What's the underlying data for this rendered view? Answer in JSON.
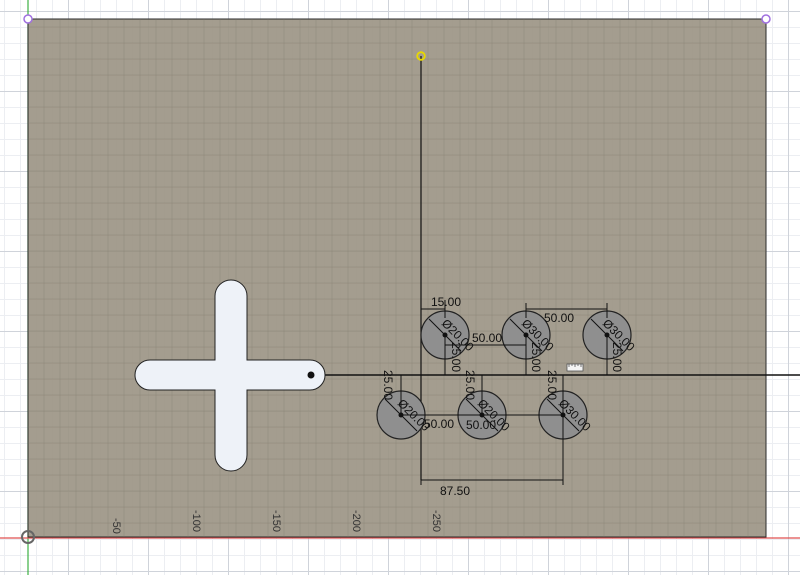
{
  "sketch": {
    "dimensions": {
      "hole_offset_x": "15.00",
      "hole_pitch_top": "50.00",
      "hole_spacing_top": "50.00",
      "hole_total_width": "87.50",
      "hole_spacing_bottom_left": "50.00",
      "hole_spacing_bottom_mid": "50.00",
      "diameter_top_left": "Ø20.00",
      "diameter_top_mid": "Ø30.00",
      "diameter_top_right": "Ø30.00",
      "diameter_bottom_left": "Ø20.00",
      "diameter_bottom_mid": "Ø20.00",
      "diameter_bottom_right": "Ø30.00",
      "vert_top_left": "25.00",
      "vert_top_mid": "25.00",
      "vert_top_right": "25.00",
      "vert_bottom_left": "25.00",
      "vert_bottom_mid": "25.00",
      "vert_bottom_right": "25.00"
    },
    "axis_ticks": [
      "-50",
      "-100",
      "-150",
      "-200",
      "-250"
    ],
    "colors": {
      "plate": "#9c9585",
      "hole_fill": "#8f8f8f",
      "cross_fill": "#eef2f8",
      "origin_axis_green": "#3cb043",
      "origin_axis_red": "#e05050",
      "point_purple": "#a070e0",
      "point_yellow": "#e8d800"
    },
    "icons": [
      "constraint-icon"
    ]
  }
}
